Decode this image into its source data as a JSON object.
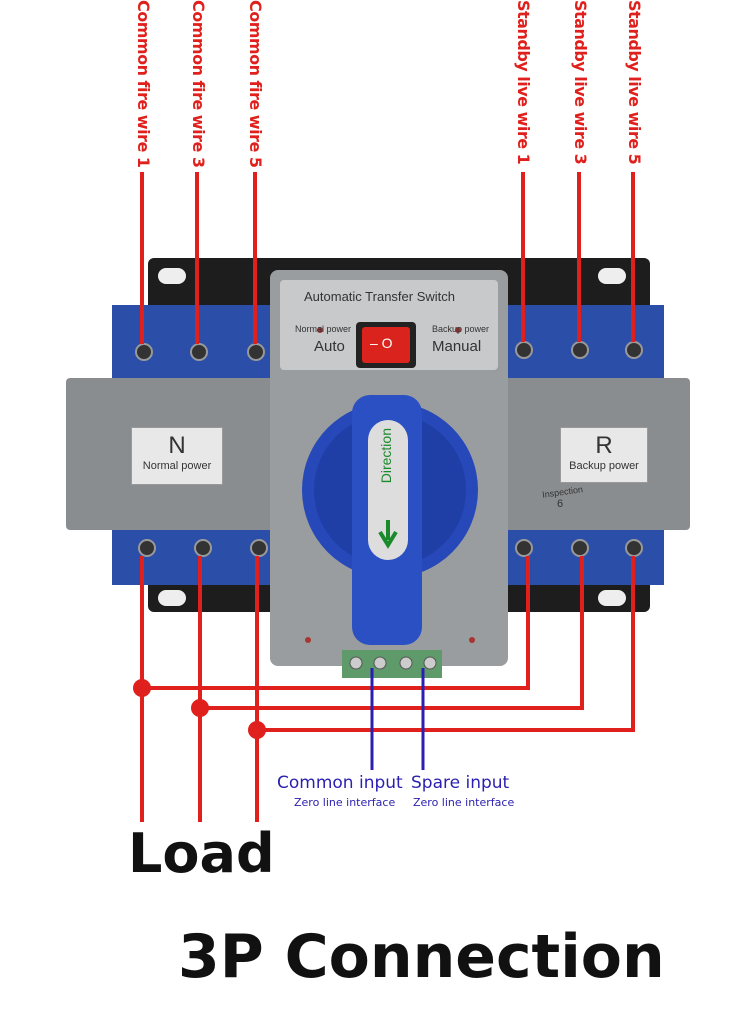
{
  "wire_labels_top": [
    "Common fire wire 1",
    "Common fire wire 3",
    "Common fire wire 5",
    "Standby live wire 1",
    "Standby live wire 3",
    "Standby live wire 5"
  ],
  "device": {
    "title": "Automatic Transfer Switch",
    "left_mode_small": "Normal power",
    "left_mode": "Auto",
    "right_mode_small": "Backup power",
    "right_mode": "Manual",
    "switch_glyph": "– O",
    "left_plate_letter": "N",
    "left_plate_text": "Normal power",
    "right_plate_letter": "R",
    "right_plate_text": "Backup power",
    "inspection": "Inspection",
    "inspection_no": "6",
    "handle_text": "Direction"
  },
  "inputs": {
    "common_label": "Common input",
    "common_sub": "Zero line interface",
    "spare_label": "Spare input",
    "spare_sub": "Zero line interface"
  },
  "load_label": "Load",
  "title": "3P Connection",
  "colors": {
    "wire": "#e0201c",
    "neutral": "#2a1fb0",
    "body": "#2b4fa8",
    "grey": "#8a8d90"
  }
}
